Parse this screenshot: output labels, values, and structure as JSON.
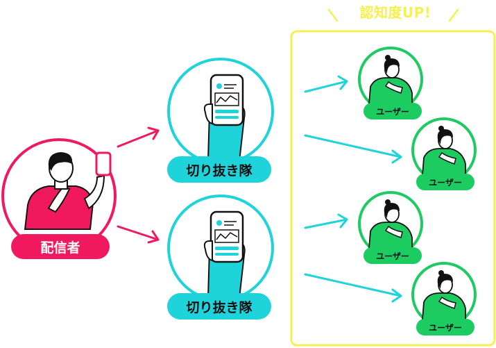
{
  "headline": "認知度UP!",
  "streamer": {
    "label": "配信者"
  },
  "clippers": [
    {
      "label": "切り抜き隊"
    },
    {
      "label": "切り抜き隊"
    }
  ],
  "users": [
    {
      "label": "ユーザー"
    },
    {
      "label": "ユーザー"
    },
    {
      "label": "ユーザー"
    },
    {
      "label": "ユーザー"
    }
  ],
  "colors": {
    "streamer": "#f0195f",
    "clipper": "#1fd3da",
    "user": "#1dcc61",
    "highlight": "#f6f050",
    "ink": "#111111",
    "skin": "#ffffff"
  }
}
